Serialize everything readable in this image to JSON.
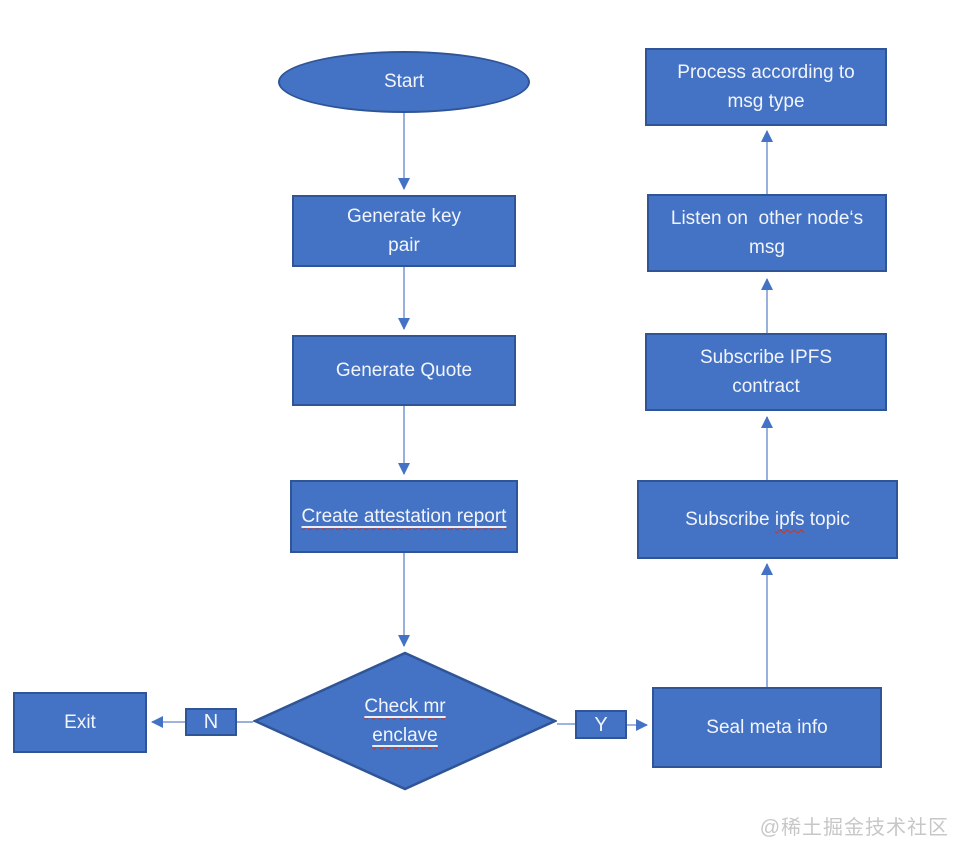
{
  "colors": {
    "node_fill": "#4472c4",
    "node_border": "#2f5597",
    "connector": "#7e9cd3",
    "arrowhead": "#4473c5",
    "text_color": "#f1f5fb",
    "watermark": "#c7c7c7",
    "squiggle": "#c0392b"
  },
  "watermark": {
    "text": "@稀土掘金技术社区"
  },
  "nodes": {
    "start": {
      "label": "Start"
    },
    "generate_key_pair": {
      "label": "Generate key pair"
    },
    "generate_quote": {
      "label": "Generate Quote"
    },
    "create_attestation_report": {
      "label": "Create attestation report"
    },
    "check_mr_enclave": {
      "label": "Check mr enclave"
    },
    "exit": {
      "label": "Exit"
    },
    "edge_no": {
      "label": "N"
    },
    "edge_yes": {
      "label": "Y"
    },
    "seal_meta_info": {
      "label": "Seal meta info"
    },
    "subscribe_ipfs_topic": {
      "prefix": "Subscribe ",
      "misspelled": "ipfs",
      "suffix": " topic"
    },
    "subscribe_ipfs_contract": {
      "label": "Subscribe IPFS contract"
    },
    "listen_other_nodes_msg": {
      "label": "Listen on  other node‘s msg"
    },
    "process_msg_type": {
      "label": "Process according to msg type"
    }
  }
}
